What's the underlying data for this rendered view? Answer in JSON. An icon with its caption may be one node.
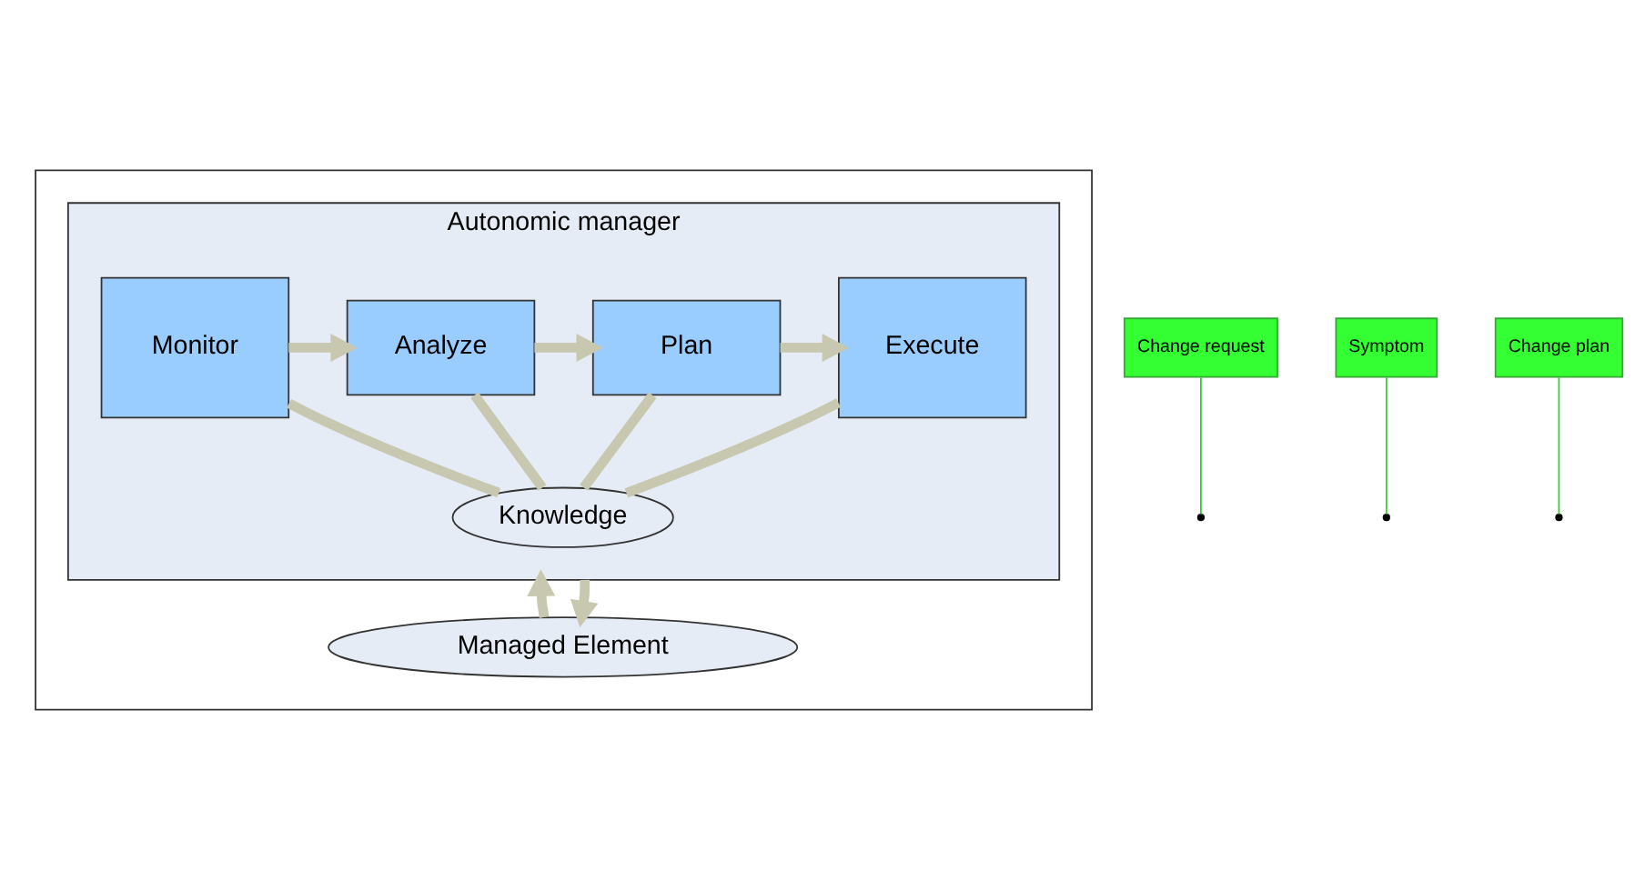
{
  "diagram": {
    "nodes": [
      {
        "text": [],
        "shape": "box"
      },
      {
        "text": [
          "Autonomic manager"
        ],
        "in": 0
      },
      {
        "text": [
          "Monitor"
        ],
        "in": 1
      },
      {
        "text": [
          "Analyze"
        ],
        "in": 1
      },
      {
        "text": [
          "Plan"
        ],
        "in": 1
      },
      {
        "text": [
          "Execute"
        ],
        "in": 1
      },
      {
        "text": [
          "Knowledge"
        ],
        "in": 1
      },
      {
        "text": [
          "Managed Element"
        ],
        "in": 0
      },
      {
        "text": [
          "Change request"
        ]
      },
      {
        "text": [
          "Symptom"
        ]
      },
      {
        "text": [
          "Change plan"
        ]
      }
    ],
    "edges": [
      {
        "from": 2,
        "to": 3,
        "arrow": "to"
      },
      {
        "from": 3,
        "to": 4,
        "arrow": "to"
      },
      {
        "from": 4,
        "to": 5,
        "arrow": "to"
      },
      {
        "from": 2,
        "to": 6,
        "arrow": "none"
      },
      {
        "from": 3,
        "to": 6,
        "arrow": "none"
      },
      {
        "from": 4,
        "to": 6,
        "arrow": "none"
      },
      {
        "from": 5,
        "to": 6,
        "arrow": "none"
      },
      {
        "from": 7,
        "to": 1,
        "arrow": "to"
      },
      {
        "from": 1,
        "to": 7,
        "arrow": "to"
      },
      {
        "from": 8,
        "to": null,
        "arrow": "none",
        "color": "#33cc33"
      },
      {
        "from": 9,
        "to": null,
        "arrow": "none",
        "color": "#33cc33"
      },
      {
        "from": 10,
        "to": null,
        "arrow": "none",
        "color": "#33cc33"
      }
    ]
  }
}
